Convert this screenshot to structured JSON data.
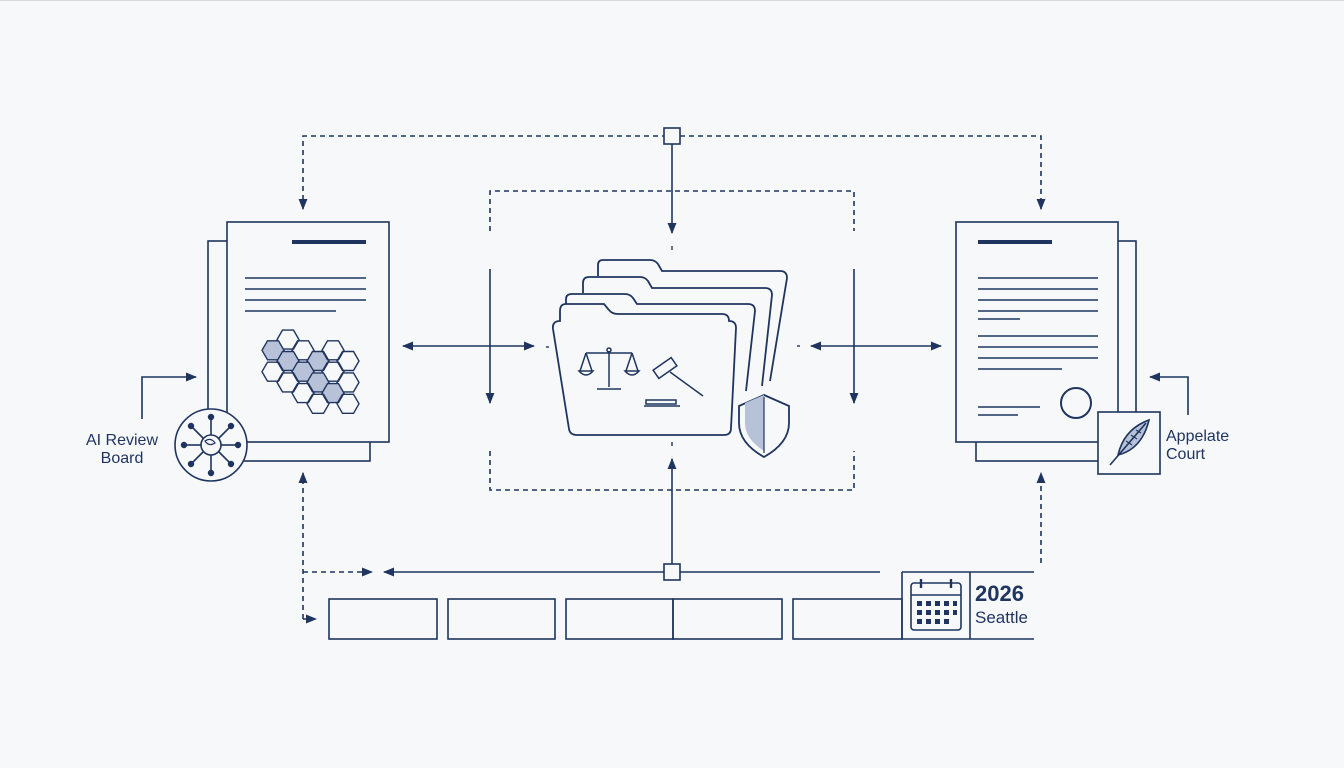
{
  "colors": {
    "stroke": "#1f3560",
    "fill_accent": "#b7c2d8",
    "background": "#f7f8f9"
  },
  "labels": {
    "left_entity": [
      "AI Review",
      "Board"
    ],
    "right_entity": [
      "Appelate",
      "Court"
    ]
  },
  "event": {
    "year": "2026",
    "city": "Seattle"
  },
  "icons": {
    "left_badge": "ai-brain-circuit-icon",
    "center_folder": "legal-case-folder-icon",
    "justice": "scales-of-justice-icon",
    "gavel": "gavel-icon",
    "shield": "shield-icon",
    "right_badge": "quill-pen-icon",
    "calendar": "calendar-icon",
    "seal": "seal-icon"
  },
  "timeline": {
    "segment_count": 6
  }
}
